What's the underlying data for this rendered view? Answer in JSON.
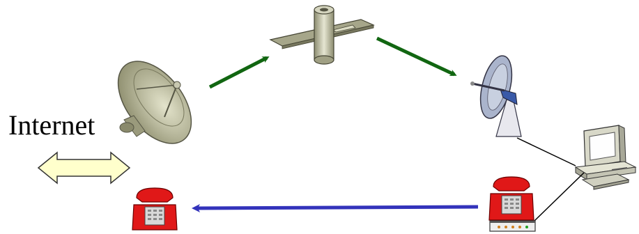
{
  "diagram": {
    "label_internet": "Internet",
    "nodes": [
      {
        "id": "ground-dish",
        "icon": "satellite-dish-icon"
      },
      {
        "id": "satellite",
        "icon": "satellite-icon"
      },
      {
        "id": "home-dish",
        "icon": "small-satellite-dish-icon"
      },
      {
        "id": "computer",
        "icon": "desktop-computer-icon"
      },
      {
        "id": "home-phone",
        "icon": "red-telephone-icon"
      },
      {
        "id": "modem",
        "icon": "modem-icon"
      },
      {
        "id": "isp-phone",
        "icon": "red-telephone-icon"
      }
    ],
    "colors": {
      "uplink_arrow": "#116611",
      "return_arrow": "#3333bb",
      "internet_arrow_fill": "#ffffcc",
      "dish": "#b8b89a",
      "phone": "#e01818"
    }
  }
}
